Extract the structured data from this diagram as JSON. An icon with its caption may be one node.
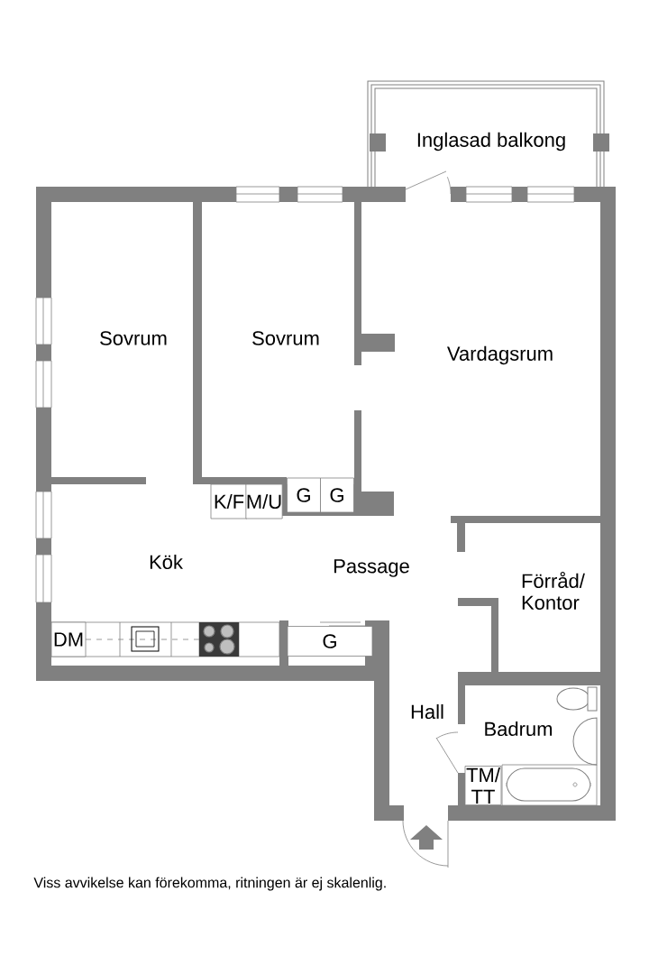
{
  "diagram": {
    "caption": "Viss avvikelse kan förekomma, ritningen är ej skalenlig.",
    "nodes": [
      {
        "text": [
          "K/F"
        ]
      },
      {
        "text": [
          "M/U"
        ]
      },
      {
        "text": [
          "G"
        ]
      },
      {
        "text": [
          "G"
        ]
      },
      {
        "text": [
          "DM"
        ]
      },
      {
        "text": [
          "G"
        ]
      },
      {
        "text": [
          "TM/ TT"
        ]
      }
    ],
    "labels": [
      "Inglasad balkong",
      "Sovrum",
      "Sovrum",
      "Vardagsrum",
      "Kök",
      "Passage",
      "Förråd/ Kontor",
      "Hall",
      "Badrum"
    ]
  }
}
